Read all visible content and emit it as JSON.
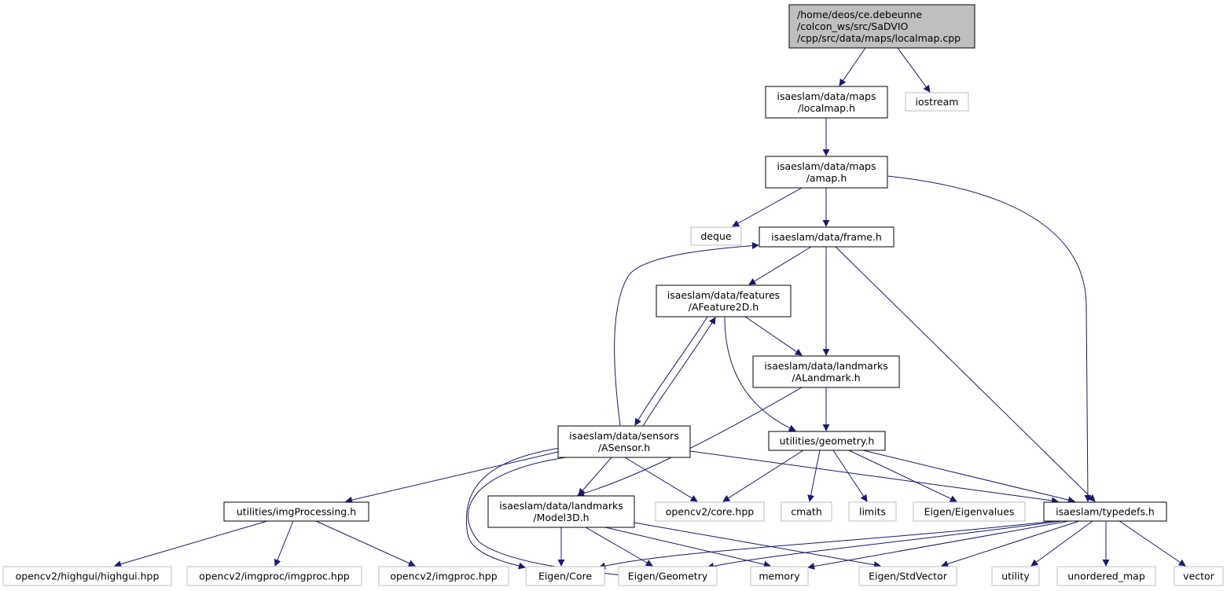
{
  "nodes": [
    {
      "id": "root",
      "kind": "root",
      "lines": [
        "/home/deos/ce.debeunne",
        "/colcon_ws/src/SaDVIO",
        "/cpp/src/data/maps/localmap.cpp"
      ]
    },
    {
      "id": "localmap_h",
      "kind": "internal",
      "lines": [
        "isaeslam/data/maps",
        "/localmap.h"
      ]
    },
    {
      "id": "iostream",
      "kind": "external",
      "lines": [
        "iostream"
      ]
    },
    {
      "id": "amap_h",
      "kind": "internal",
      "lines": [
        "isaeslam/data/maps",
        "/amap.h"
      ]
    },
    {
      "id": "deque",
      "kind": "external",
      "lines": [
        "deque"
      ]
    },
    {
      "id": "frame_h",
      "kind": "internal",
      "lines": [
        "isaeslam/data/frame.h"
      ]
    },
    {
      "id": "afeature2d_h",
      "kind": "internal",
      "lines": [
        "isaeslam/data/features",
        "/AFeature2D.h"
      ]
    },
    {
      "id": "alandmark_h",
      "kind": "internal",
      "lines": [
        "isaeslam/data/landmarks",
        "/ALandmark.h"
      ]
    },
    {
      "id": "asensor_h",
      "kind": "internal",
      "lines": [
        "isaeslam/data/sensors",
        "/ASensor.h"
      ]
    },
    {
      "id": "geometry_h",
      "kind": "internal",
      "lines": [
        "utilities/geometry.h"
      ]
    },
    {
      "id": "imgprocessing_h",
      "kind": "internal",
      "lines": [
        "utilities/imgProcessing.h"
      ]
    },
    {
      "id": "model3d_h",
      "kind": "internal",
      "lines": [
        "isaeslam/data/landmarks",
        "/Model3D.h"
      ]
    },
    {
      "id": "cv_core",
      "kind": "external",
      "lines": [
        "opencv2/core.hpp"
      ]
    },
    {
      "id": "cmath",
      "kind": "external",
      "lines": [
        "cmath"
      ]
    },
    {
      "id": "limits",
      "kind": "external",
      "lines": [
        "limits"
      ]
    },
    {
      "id": "eigenvalues",
      "kind": "external",
      "lines": [
        "Eigen/Eigenvalues"
      ]
    },
    {
      "id": "typedefs_h",
      "kind": "internal",
      "lines": [
        "isaeslam/typedefs.h"
      ]
    },
    {
      "id": "highgui",
      "kind": "external",
      "lines": [
        "opencv2/highgui/highgui.hpp"
      ]
    },
    {
      "id": "imgproc_nested",
      "kind": "external",
      "lines": [
        "opencv2/imgproc/imgproc.hpp"
      ]
    },
    {
      "id": "imgproc",
      "kind": "external",
      "lines": [
        "opencv2/imgproc.hpp"
      ]
    },
    {
      "id": "eigen_core",
      "kind": "external",
      "lines": [
        "Eigen/Core"
      ]
    },
    {
      "id": "eigen_geometry",
      "kind": "external",
      "lines": [
        "Eigen/Geometry"
      ]
    },
    {
      "id": "memory",
      "kind": "external",
      "lines": [
        "memory"
      ]
    },
    {
      "id": "stdvector",
      "kind": "external",
      "lines": [
        "Eigen/StdVector"
      ]
    },
    {
      "id": "utility",
      "kind": "external",
      "lines": [
        "utility"
      ]
    },
    {
      "id": "unordered_map",
      "kind": "external",
      "lines": [
        "unordered_map"
      ]
    },
    {
      "id": "vector",
      "kind": "external",
      "lines": [
        "vector"
      ]
    }
  ],
  "edges": [
    {
      "from": "root",
      "to": "localmap_h"
    },
    {
      "from": "root",
      "to": "iostream"
    },
    {
      "from": "localmap_h",
      "to": "amap_h"
    },
    {
      "from": "amap_h",
      "to": "deque"
    },
    {
      "from": "amap_h",
      "to": "frame_h"
    },
    {
      "from": "amap_h",
      "to": "typedefs_h"
    },
    {
      "from": "frame_h",
      "to": "afeature2d_h"
    },
    {
      "from": "frame_h",
      "to": "alandmark_h"
    },
    {
      "from": "frame_h",
      "to": "typedefs_h"
    },
    {
      "from": "afeature2d_h",
      "to": "alandmark_h"
    },
    {
      "from": "afeature2d_h",
      "to": "asensor_h"
    },
    {
      "from": "afeature2d_h",
      "to": "geometry_h"
    },
    {
      "from": "asensor_h",
      "to": "afeature2d_h"
    },
    {
      "from": "asensor_h",
      "to": "frame_h"
    },
    {
      "from": "asensor_h",
      "to": "imgprocessing_h"
    },
    {
      "from": "asensor_h",
      "to": "model3d_h"
    },
    {
      "from": "asensor_h",
      "to": "cv_core"
    },
    {
      "from": "asensor_h",
      "to": "typedefs_h"
    },
    {
      "from": "asensor_h",
      "to": "eigen_core"
    },
    {
      "from": "asensor_h",
      "to": "eigen_geometry"
    },
    {
      "from": "alandmark_h",
      "to": "geometry_h"
    },
    {
      "from": "alandmark_h",
      "to": "model3d_h"
    },
    {
      "from": "geometry_h",
      "to": "cv_core"
    },
    {
      "from": "geometry_h",
      "to": "cmath"
    },
    {
      "from": "geometry_h",
      "to": "limits"
    },
    {
      "from": "geometry_h",
      "to": "eigenvalues"
    },
    {
      "from": "geometry_h",
      "to": "typedefs_h"
    },
    {
      "from": "imgprocessing_h",
      "to": "highgui"
    },
    {
      "from": "imgprocessing_h",
      "to": "imgproc_nested"
    },
    {
      "from": "imgprocessing_h",
      "to": "imgproc"
    },
    {
      "from": "model3d_h",
      "to": "eigen_core"
    },
    {
      "from": "model3d_h",
      "to": "eigen_geometry"
    },
    {
      "from": "model3d_h",
      "to": "memory"
    },
    {
      "from": "model3d_h",
      "to": "stdvector"
    },
    {
      "from": "typedefs_h",
      "to": "eigen_core"
    },
    {
      "from": "typedefs_h",
      "to": "eigen_geometry"
    },
    {
      "from": "typedefs_h",
      "to": "memory"
    },
    {
      "from": "typedefs_h",
      "to": "stdvector"
    },
    {
      "from": "typedefs_h",
      "to": "utility"
    },
    {
      "from": "typedefs_h",
      "to": "unordered_map"
    },
    {
      "from": "typedefs_h",
      "to": "vector"
    }
  ],
  "colors": {
    "edge": "#191970",
    "internal_border": "#000000",
    "external_border": "#bfbfbf",
    "root_fill": "#bfbfbf"
  }
}
